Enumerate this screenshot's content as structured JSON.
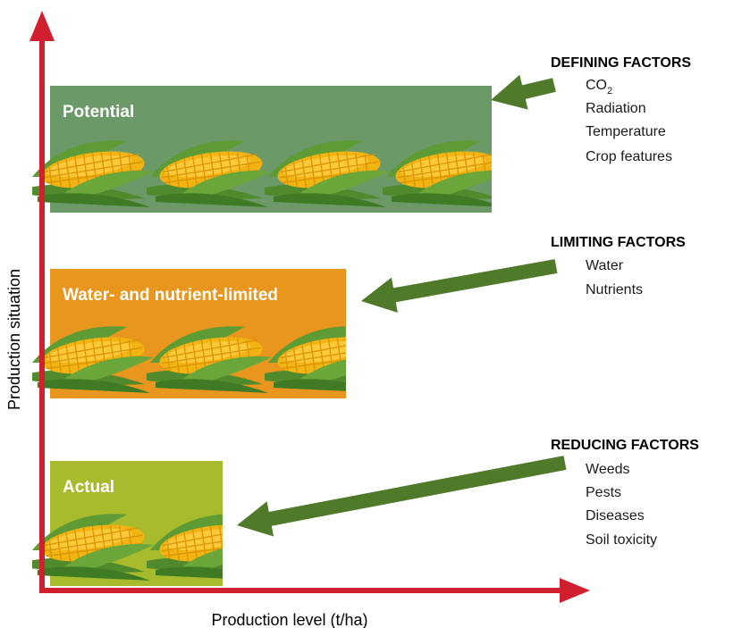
{
  "colors": {
    "axis": "#d01f2e",
    "arrow": "#4f7a29",
    "potential": "#6b9a68",
    "water_nutrient_limited": "#e8961e",
    "actual": "#a7bb2c",
    "kernel": "#f2b412",
    "husk": "#6aa63a"
  },
  "axes": {
    "x_label": "Production level (t/ha)",
    "y_label": "Production situation"
  },
  "levels": [
    {
      "label": "Potential",
      "relative_level": 1.0,
      "color_key": "potential",
      "cob_icon": "corn-cob-icon"
    },
    {
      "label": "Water- and nutrient-limited",
      "relative_level": 0.67,
      "color_key": "water_nutrient_limited",
      "cob_icon": "corn-cob-icon"
    },
    {
      "label": "Actual",
      "relative_level": 0.39,
      "color_key": "actual",
      "cob_icon": "corn-cob-icon"
    }
  ],
  "factor_groups": [
    {
      "heading": "DEFINING FACTORS",
      "items": [
        "CO",
        "Radiation",
        "Temperature",
        "Crop features"
      ],
      "co2_subscript": "2"
    },
    {
      "heading": "LIMITING FACTORS",
      "items": [
        "Water",
        "Nutrients"
      ]
    },
    {
      "heading": "REDUCING FACTORS",
      "items": [
        "Weeds",
        "Pests",
        "Diseases",
        "Soil toxicity"
      ]
    }
  ]
}
